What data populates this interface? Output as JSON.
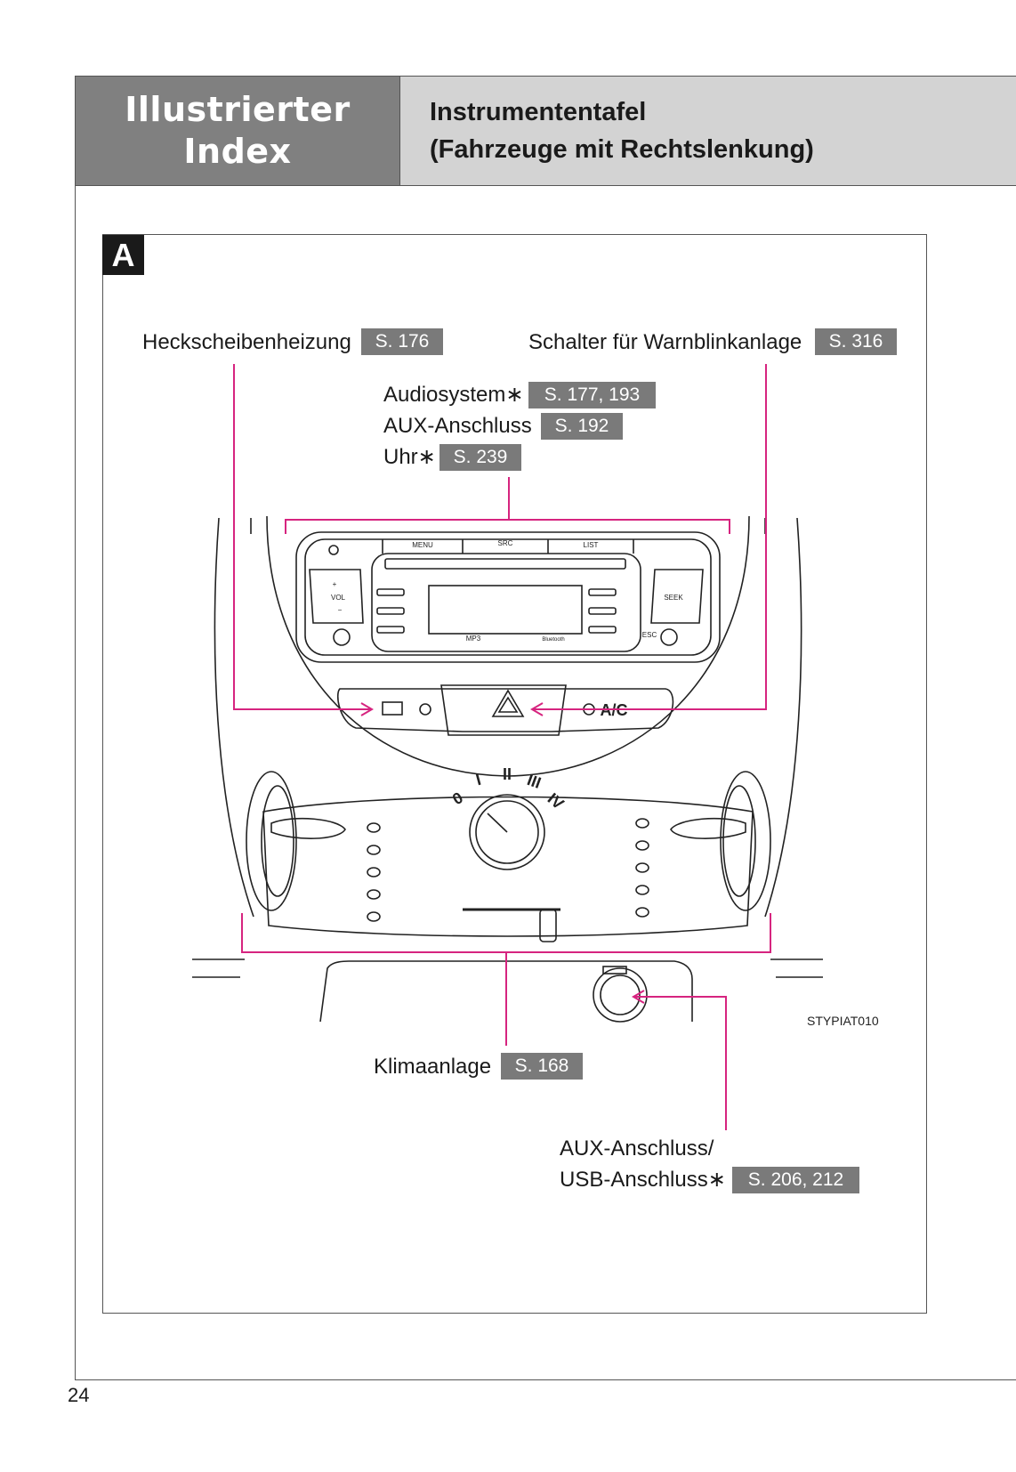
{
  "header": {
    "section_title": "Illustrierter\nIndex",
    "title_line1": "Instrumententafel",
    "title_line2": "(Fahrzeuge mit Rechtslenkung)"
  },
  "figure": {
    "letter": "A",
    "image_code": "STYPIAT010",
    "callouts": {
      "rear_defogger": {
        "label": "Heckscheibenheizung",
        "page": "S. 176"
      },
      "hazard_switch": {
        "label": "Schalter für Warnblinkanlage",
        "page": "S. 316"
      },
      "audio_system": {
        "label": "Audiosystem∗",
        "page": "S. 177, 193"
      },
      "aux_port": {
        "label": "AUX-Anschluss",
        "page": "S. 192"
      },
      "clock": {
        "label": "Uhr∗",
        "page": "S. 239"
      },
      "air_conditioning": {
        "label": "Klimaanlage",
        "page": "S. 168"
      },
      "aux_usb_line1": "AUX-Anschluss/",
      "aux_usb_line2": "USB-Anschluss∗",
      "aux_usb_page": "S. 206, 212"
    },
    "panel_labels": {
      "menu": "MENU",
      "src": "SRC",
      "list": "LIST",
      "vol": "VOL",
      "seek": "SEEK",
      "esc": "ESC",
      "mp3": "MP3",
      "bluetooth": "Bluetooth",
      "ac": "A/C",
      "fan_speeds": [
        "0",
        "I",
        "II",
        "III",
        "IV"
      ],
      "plus": "+",
      "minus": "−"
    }
  },
  "page_number": "24",
  "colors": {
    "callout_line": "#d6247f",
    "page_tag": "#7a7a7a",
    "header_dark": "#808080",
    "header_light": "#d3d3d3"
  }
}
